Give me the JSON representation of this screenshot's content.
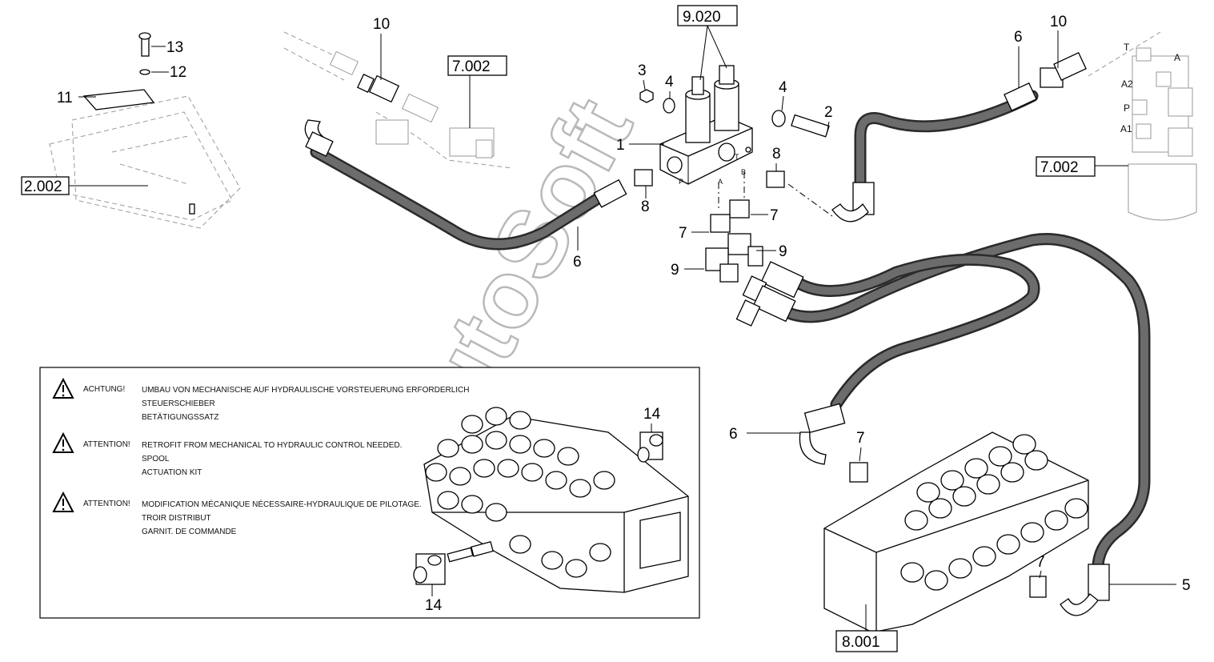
{
  "callouts": {
    "c1": "1",
    "c2": "2",
    "c3": "3",
    "c4a": "4",
    "c4b": "4",
    "c5": "5",
    "c6a": "6",
    "c6b": "6",
    "c6c": "6",
    "c7a": "7",
    "c7b": "7",
    "c7c": "7",
    "c7d": "7",
    "c8a": "8",
    "c8b": "8",
    "c9a": "9",
    "c9b": "9",
    "c10a": "10",
    "c10b": "10",
    "c11": "11",
    "c12": "12",
    "c13": "13",
    "c14a": "14",
    "c14b": "14"
  },
  "refs": {
    "r9020": "9.020",
    "r7002a": "7.002",
    "r7002b": "7.002",
    "r2002": "2.002",
    "r8001": "8.001"
  },
  "ports": {
    "p": "P",
    "t": "T",
    "a": "A",
    "b": "B",
    "vt": "T",
    "va": "A",
    "va2": "A2",
    "vp": "P",
    "va1": "A1"
  },
  "warnings": [
    {
      "heading": "ACHTUNG!",
      "lines": [
        "UMBAU VON MECHANISCHE AUF HYDRAULISCHE VORSTEUERUNG ERFORDERLICH",
        "STEUERSCHIEBER",
        "BETÄTIGUNGSSATZ"
      ]
    },
    {
      "heading": "ATTENTION!",
      "lines": [
        "RETROFIT FROM MECHANICAL TO HYDRAULIC CONTROL NEEDED.",
        "SPOOL",
        "ACTUATION KIT"
      ]
    },
    {
      "heading": "ATTENTION!",
      "lines": [
        "MODIFICATION MÉCANIQUE NÉCESSAIRE-HYDRAULIQUE DE PILOTAGE.",
        "TROIR DISTRIBUT",
        "GARNIT. DE COMMANDE"
      ]
    }
  ],
  "watermark": "AutoSoft",
  "icons": [
    "warning-triangle-icon"
  ]
}
